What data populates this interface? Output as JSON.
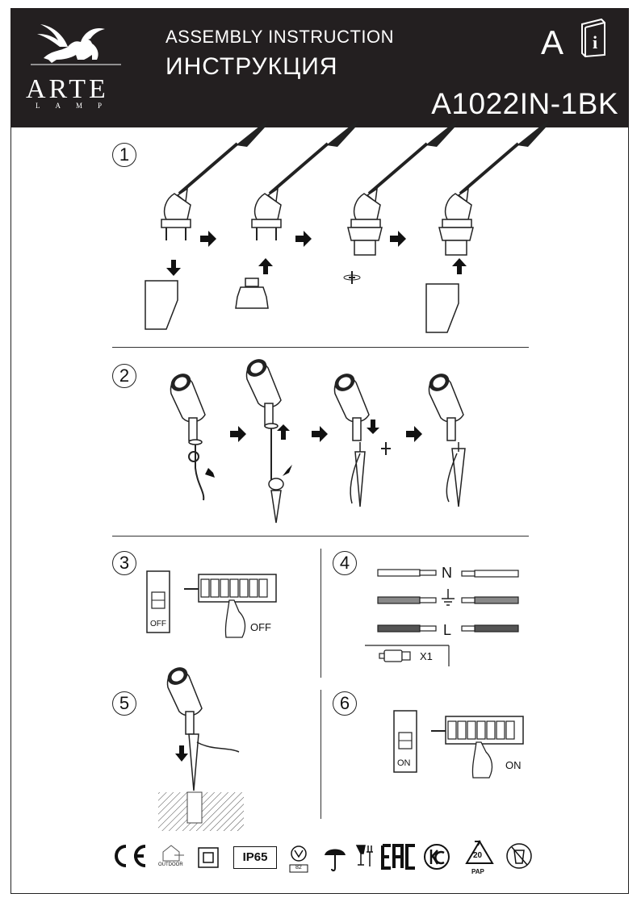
{
  "header": {
    "brand": "ARTE",
    "brand_sub": "LAMP",
    "title_en": "ASSEMBLY INSTRUCTION",
    "title_ru": "ИНСТРУКЦИЯ",
    "letter": "A",
    "model": "A1022IN-1BK"
  },
  "steps": [
    "1",
    "2",
    "3",
    "4",
    "5",
    "6"
  ],
  "step3": {
    "switch_label": "OFF",
    "hand_label": "OFF"
  },
  "step4": {
    "wire_n": "N",
    "wire_l": "L",
    "connector_qty": "X1"
  },
  "step6": {
    "switch_label": "ON",
    "hand_label": "ON"
  },
  "certifications": {
    "outdoor_label": "OUTDOOR",
    "ip_rating": "IP65",
    "recycle_number": "20",
    "recycle_code": "PAP",
    "temp_code": "82"
  },
  "icons": [
    "winged-lion-logo",
    "info-book-icon",
    "ce-mark-icon",
    "outdoor-house-icon",
    "class-ii-icon",
    "ip65-badge",
    "vde-mark-icon",
    "umbrella-icon",
    "glass-fork-icon",
    "eac-mark-icon",
    "kc-mark-icon",
    "pap-recycle-icon",
    "no-trash-icon"
  ],
  "colors": {
    "header_bg": "#231f20",
    "ink": "#111111"
  }
}
